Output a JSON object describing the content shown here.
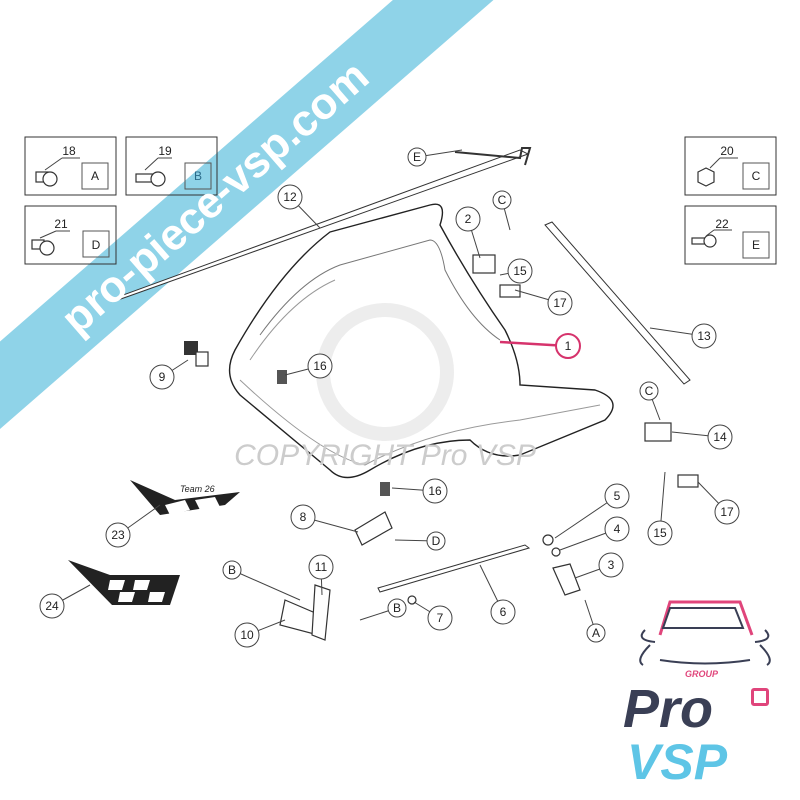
{
  "watermark": {
    "banner_text": "pro-piece-vsp.com",
    "copyright_text": "COPYRIGHT Pro VSP",
    "banner_color": "#8fd3e8"
  },
  "fastener_boxes": [
    {
      "number": "18",
      "letter": "A"
    },
    {
      "number": "19",
      "letter": "B"
    },
    {
      "number": "21",
      "letter": "D"
    },
    {
      "number": "20",
      "letter": "C"
    },
    {
      "number": "22",
      "letter": "E"
    }
  ],
  "callouts": [
    "E",
    "12",
    "2",
    "C",
    "15",
    "17",
    "1",
    "13",
    "9",
    "16",
    "C",
    "14",
    "16",
    "17",
    "15",
    "5",
    "4",
    "3",
    "D",
    "8",
    "23",
    "24",
    "B",
    "11",
    "B",
    "10",
    "7",
    "6",
    "A"
  ],
  "decal_text": "Team 26",
  "logo": {
    "group": "GROUP",
    "pro": "Pro",
    "vsp": "VSP",
    "pink": "#e0457b",
    "dark": "#3a3f55",
    "blue": "#5ec5e6"
  },
  "highlight_color": "#d6336c"
}
